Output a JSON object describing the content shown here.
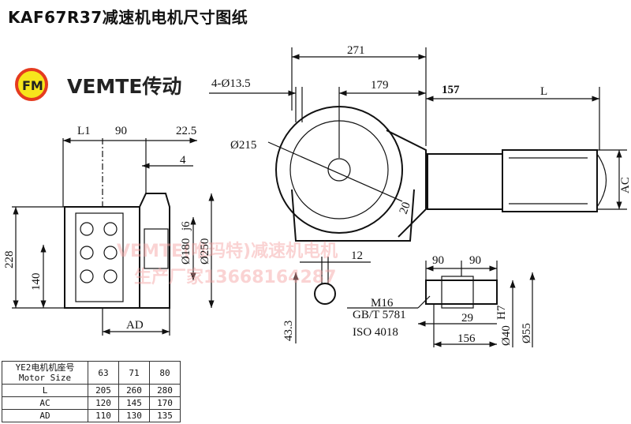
{
  "title": "KAF67R37减速机电机尺寸图纸",
  "brand": {
    "logo_text": "FM",
    "name": "VEMTE传动",
    "logo_fill": "#f7e51c",
    "logo_ring": "#e53b1f"
  },
  "watermark": {
    "line1": "VEMTE(唯玛特)减速机电机",
    "line2": "生产厂家13668164287"
  },
  "dimensions": {
    "l1": "L1",
    "d90a": "90",
    "d22_5": "22.5",
    "d4": "4",
    "d228": "228",
    "d140": "140",
    "d180": "Ø180",
    "d180_tol": "j6",
    "d250": "Ø250",
    "ad": "AD",
    "d271": "271",
    "d179": "179",
    "holes": "4-Ø13.5",
    "d215": "Ø215",
    "d20": "20",
    "d157": "157",
    "l": "L",
    "ac": "AC",
    "d12": "12",
    "d43_3": "43.3",
    "d90b": "90",
    "d90c": "90",
    "m16": "M16",
    "gbt": "GB/T 5781",
    "iso": "ISO 4018",
    "d29": "29",
    "d156": "156",
    "d40": "Ø40",
    "d40_tol": "H7",
    "d55": "Ø55"
  },
  "table": {
    "header_cn": "YE2电机机座号",
    "header_en": "Motor Size",
    "sizes": [
      "63",
      "71",
      "80"
    ],
    "rows": [
      {
        "label": "L",
        "values": [
          "205",
          "260",
          "280"
        ]
      },
      {
        "label": "AC",
        "values": [
          "120",
          "145",
          "170"
        ]
      },
      {
        "label": "AD",
        "values": [
          "110",
          "130",
          "135"
        ]
      }
    ]
  }
}
